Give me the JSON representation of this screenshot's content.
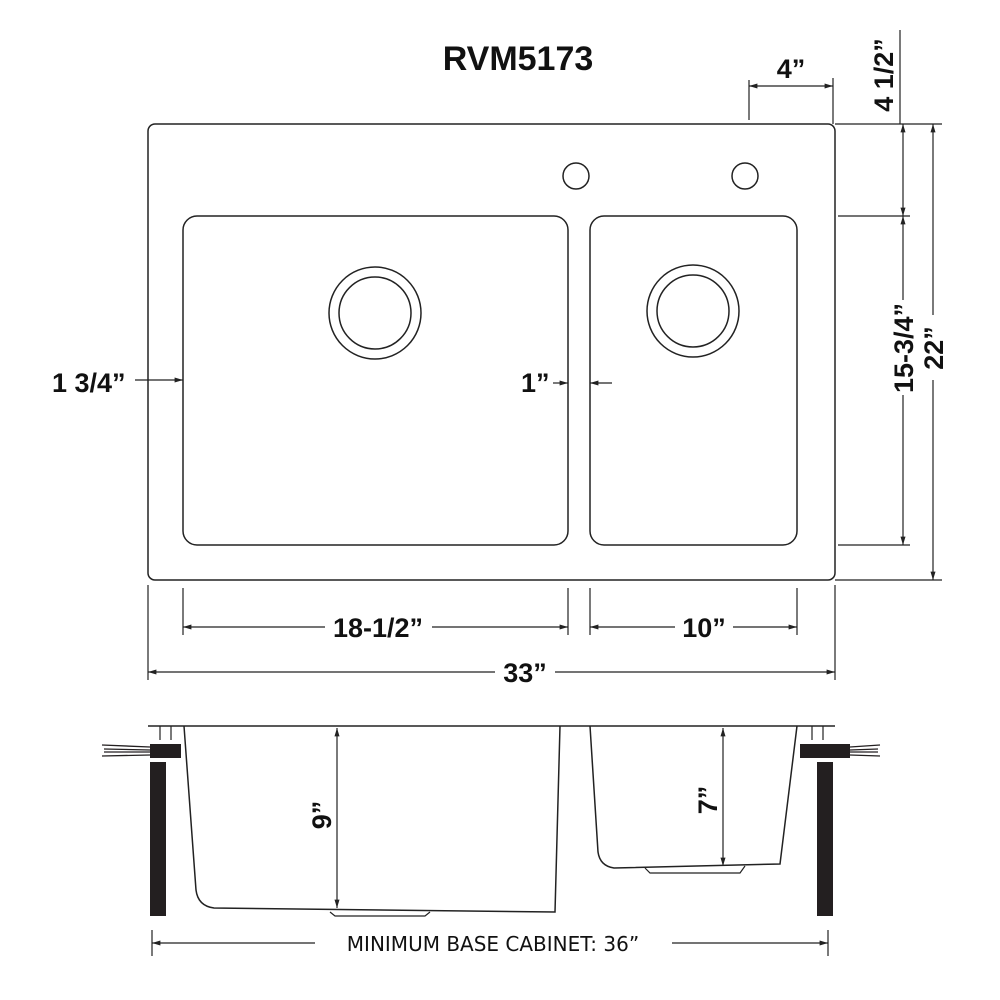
{
  "title": "RVM5173",
  "top_view": {
    "faucet_hole_spacing": "4”",
    "deck_depth": "4 1/2”",
    "side_margin": "1 3/4”",
    "divider_width": "1”",
    "bowl_depth_front_back": "15-3/4”",
    "overall_depth": "22”",
    "left_bowl_width": "18-1/2”",
    "right_bowl_width": "10”",
    "overall_width": "33”"
  },
  "side_view": {
    "left_bowl_depth": "9”",
    "right_bowl_depth": "7”",
    "min_cabinet": "MINIMUM BASE CABINET: 36”"
  },
  "colors": {
    "line": "#222222",
    "solid": "#231f20"
  }
}
